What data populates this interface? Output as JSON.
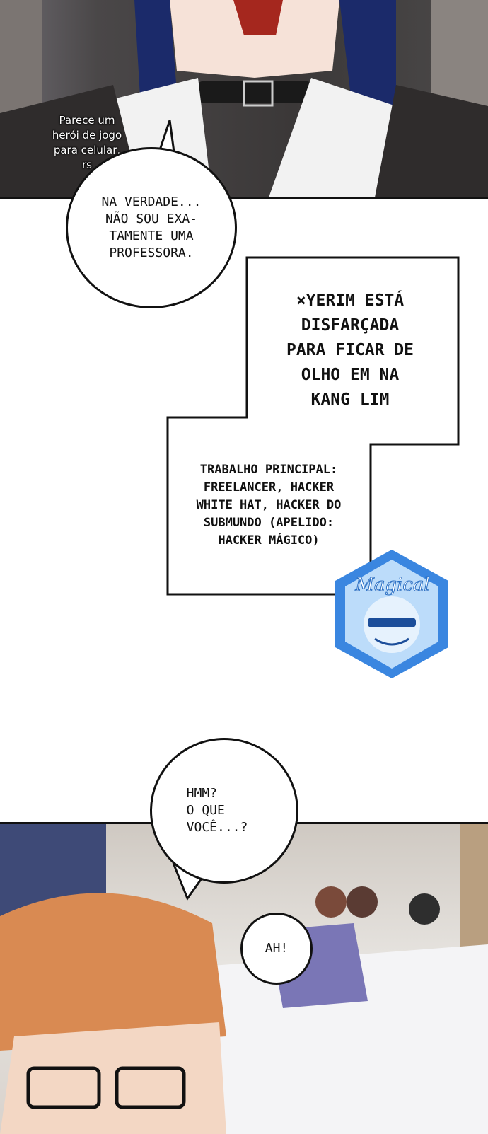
{
  "top_panel": {
    "aside_text": "Parece um\nherói de jogo\npara celular,\nrs"
  },
  "bubble_1": "NA VERDADE...\nNÃO SOU EXA-\nTAMENTE UMA\nPROFESSORA.",
  "caption": {
    "upper": "×YERIM ESTÁ\nDISFARÇADA\nPARA FICAR DE\nOLHO EM NA\nKANG LIM",
    "lower": "TRABALHO PRINCIPAL:\nFREELANCER, HACKER\nWHITE HAT, HACKER DO\nSUBMUNDO (APELIDO:\nHACKER MÁGICO)"
  },
  "badge": {
    "label": "Magical",
    "color": "#3a86e0"
  },
  "bubble_2": "HMM?\nO QUE\nVOCÊ...?",
  "bubble_3": "AH!"
}
